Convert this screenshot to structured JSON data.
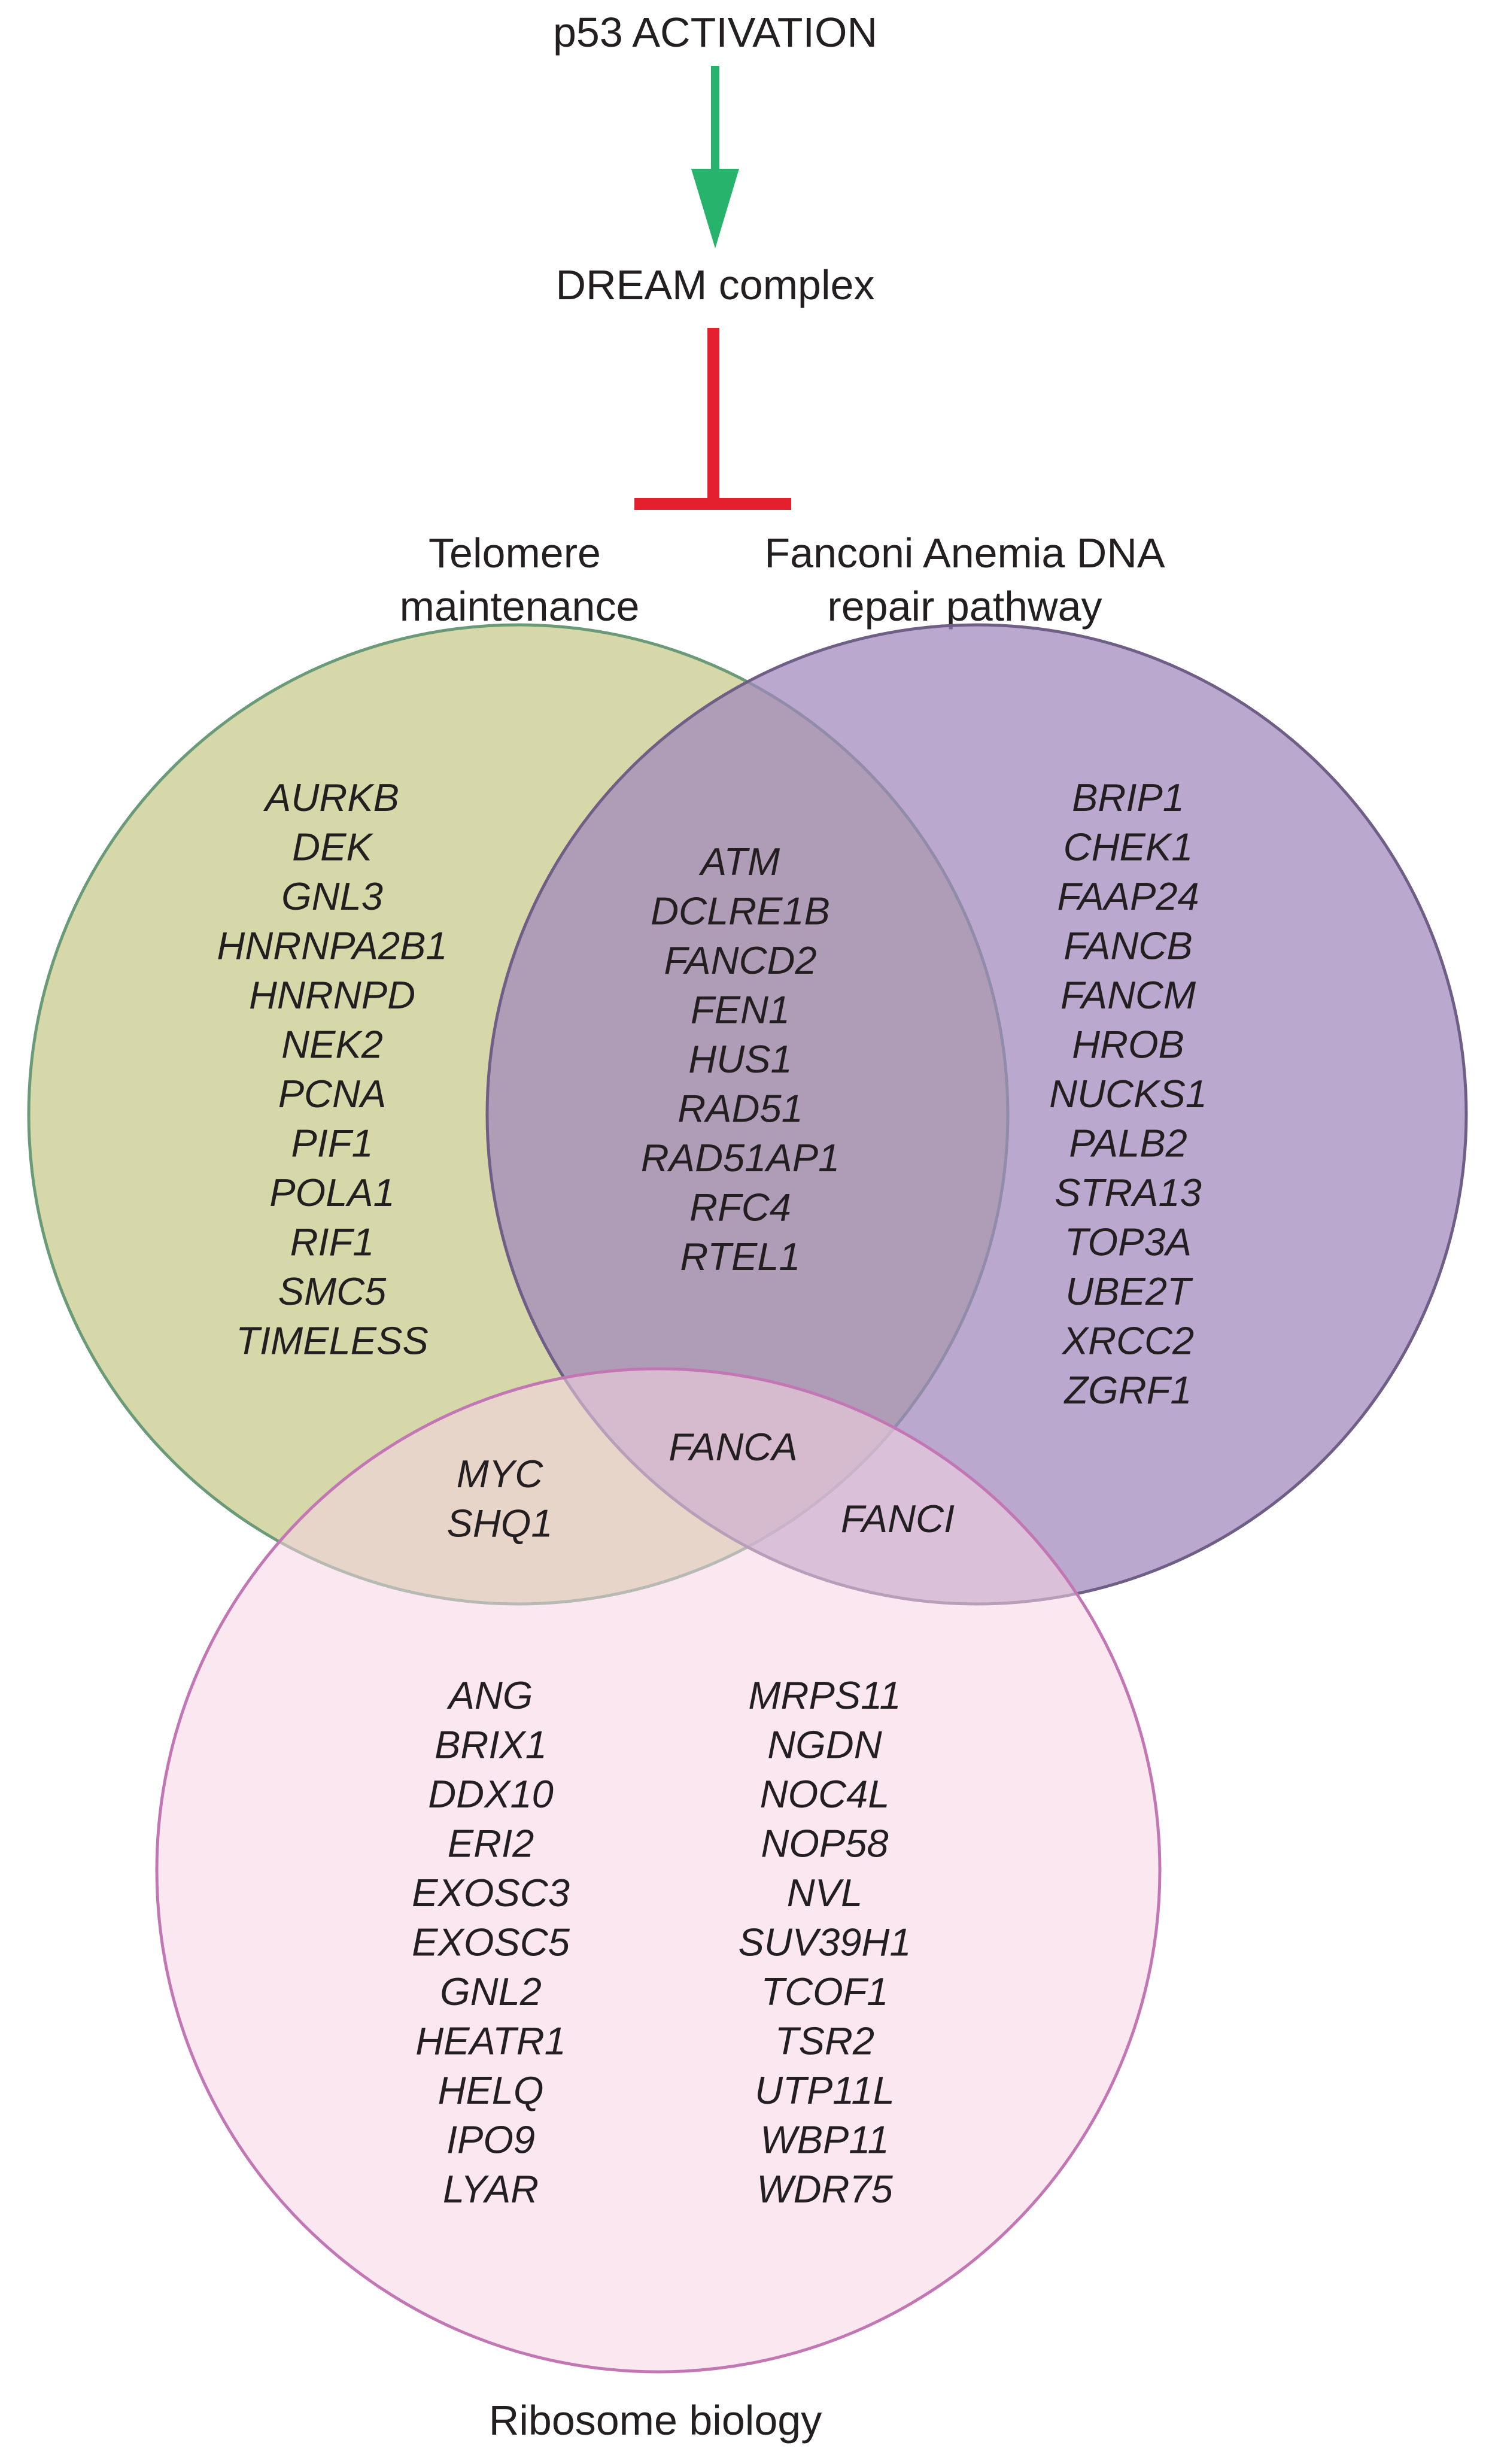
{
  "pathway": {
    "top_label": "p53 ACTIVATION",
    "middle_label": "DREAM complex",
    "activation_arrow_color": "#27b36b",
    "inhibition_color": "#e5202e"
  },
  "sets": {
    "telomere": {
      "label_line1": "Telomere",
      "label_line2": "maintenance",
      "fill": "#c8cb8c",
      "stroke": "#6a9a78"
    },
    "fanconi": {
      "label_line1": "Fanconi Anemia DNA",
      "label_line2": "repair pathway",
      "fill": "#9f86bd",
      "stroke": "#6f5e85"
    },
    "ribosome": {
      "label": "Ribosome biology",
      "fill": "#f5d3e3",
      "stroke": "#c277b4"
    }
  },
  "regions": {
    "telomere_only": [
      "AURKB",
      "DEK",
      "GNL3",
      "HNRNPA2B1",
      "HNRNPD",
      "NEK2",
      "PCNA",
      "PIF1",
      "POLA1",
      "RIF1",
      "SMC5",
      "TIMELESS"
    ],
    "telomere_fanconi": [
      "ATM",
      "DCLRE1B",
      "FANCD2",
      "FEN1",
      "HUS1",
      "RAD51",
      "RAD51AP1",
      "RFC4",
      "RTEL1"
    ],
    "fanconi_only": [
      "BRIP1",
      "CHEK1",
      "FAAP24",
      "FANCB",
      "FANCM",
      "HROB",
      "NUCKS1",
      "PALB2",
      "STRA13",
      "TOP3A",
      "UBE2T",
      "XRCC2",
      "ZGRF1"
    ],
    "all_three": [
      "FANCA"
    ],
    "telomere_ribosome": [
      "MYC",
      "SHQ1"
    ],
    "fanconi_ribosome": [
      "FANCI"
    ],
    "ribosome_only_col1": [
      "ANG",
      "BRIX1",
      "DDX10",
      "ERI2",
      "EXOSC3",
      "EXOSC5",
      "GNL2",
      "HEATR1",
      "HELQ",
      "IPO9",
      "LYAR"
    ],
    "ribosome_only_col2": [
      "MRPS11",
      "NGDN",
      "NOC4L",
      "NOP58",
      "NVL",
      "SUV39H1",
      "TCOF1",
      "TSR2",
      "UTP11L",
      "WBP11",
      "WDR75"
    ]
  }
}
